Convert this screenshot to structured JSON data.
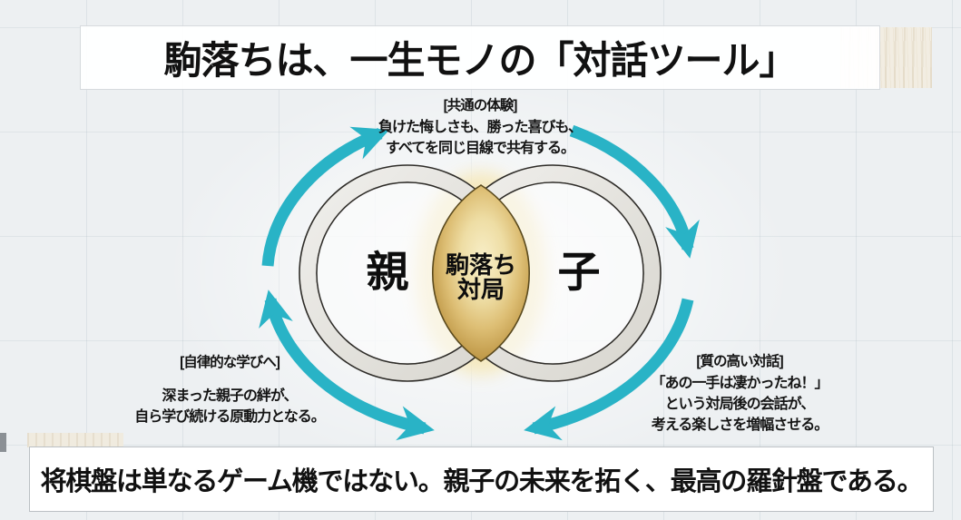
{
  "slide": {
    "title": "駒落ちは、一生モノの「対話ツール」",
    "footer": "将棋盤は単なるゲーム機ではない。親子の未来を拓く、最高の羅針盤である。"
  },
  "venn": {
    "left_label": "親",
    "right_label": "子",
    "overlap_label_line1": "駒落ち",
    "overlap_label_line2": "対局"
  },
  "annotations": {
    "top": {
      "heading": "[共通の体験]",
      "lines": [
        "負けた悔しさも、勝った喜びも、",
        "すべてを同じ目線で共有する。"
      ]
    },
    "bottom_left": {
      "heading": "[自律的な学びへ]",
      "lines": [
        "深まった親子の絆が、",
        "自ら学び続ける原動力となる。"
      ]
    },
    "bottom_right": {
      "heading": "[質の高い対話]",
      "lines": [
        "「あの一手は凄かったね！」",
        "という対局後の会話が、",
        "考える楽しさを増幅させる。"
      ]
    }
  },
  "colors": {
    "arrow-teal": "#29b3c6",
    "gold-light": "#f8efc9",
    "gold-dark": "#a98538",
    "ring-band": "#e5e3dd",
    "ink": "#111111",
    "background": "#edf0f2"
  }
}
